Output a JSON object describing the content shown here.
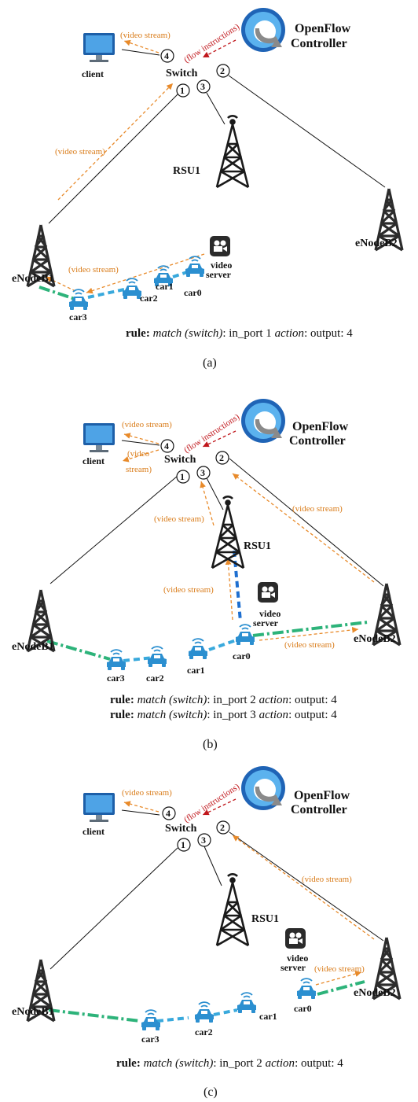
{
  "labels": {
    "client": "client",
    "switch": "Switch",
    "controller_line1": "OpenFlow",
    "controller_line2": "Controller",
    "rsu": "RSU1",
    "enb1": "eNodeB1",
    "enb2": "eNodeB2",
    "video_server_line1": "video",
    "video_server_line2": "server",
    "car0": "car0",
    "car1": "car1",
    "car2": "car2",
    "car3": "car3",
    "video_stream": "(video stream)",
    "video_stream_wrap_1": "(video",
    "video_stream_wrap_2": "stream)",
    "flow_instructions": "(flow instructions)",
    "port1": "1",
    "port2": "2",
    "port3": "3",
    "port4": "4"
  },
  "panels": [
    {
      "caption": "(a)",
      "rules": [
        {
          "prefix": "rule:",
          "match": "match (switch)",
          "port": ": in_port 1 ",
          "action": "action",
          "output": ": output: 4"
        }
      ]
    },
    {
      "caption": "(b)",
      "rules": [
        {
          "prefix": "rule:",
          "match": "match (switch)",
          "port": ": in_port 2 ",
          "action": "action",
          "output": ": output: 4"
        },
        {
          "prefix": "rule:",
          "match": "match (switch)",
          "port": ": in_port 3 ",
          "action": "action",
          "output": ": output: 4"
        }
      ]
    },
    {
      "caption": "(c)",
      "rules": [
        {
          "prefix": "rule:",
          "match": "match (switch)",
          "port": ": in_port 2 ",
          "action": "action",
          "output": ": output: 4"
        }
      ]
    }
  ],
  "colors": {
    "stream": "#e88a2a",
    "instructions": "#c0161b",
    "link_lte": "#2db37a",
    "link_wifi": "#39a9dc",
    "link_rsu": "#1e6fd0",
    "car": "#2b8fd0",
    "tower": "#2c2c2c"
  },
  "icons": [
    "monitor-icon",
    "openflow-logo-icon",
    "cell-tower-icon",
    "car-icon",
    "video-camera-icon",
    "wifi-icon"
  ]
}
